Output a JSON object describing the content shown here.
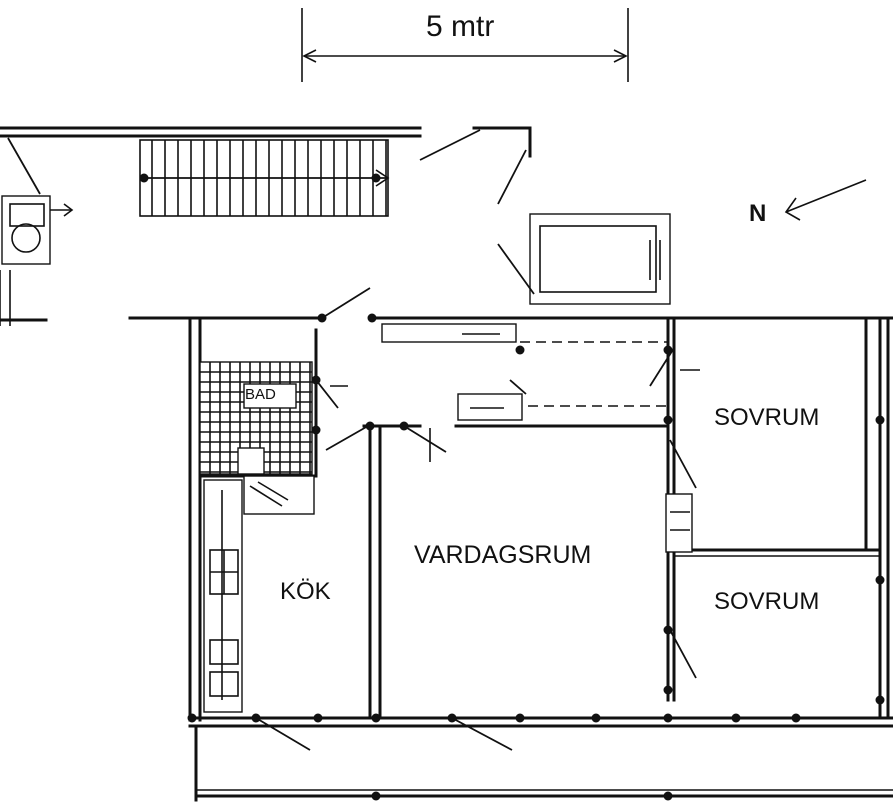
{
  "scale": {
    "label": "5 mtr"
  },
  "north": {
    "letter": "N"
  },
  "rooms": {
    "bad": "BAD",
    "sovrum_1": "SOVRUM",
    "sovrum_2": "SOVRUM",
    "vardagsrum": "VARDAGSRUM",
    "kok": "KÖK"
  }
}
